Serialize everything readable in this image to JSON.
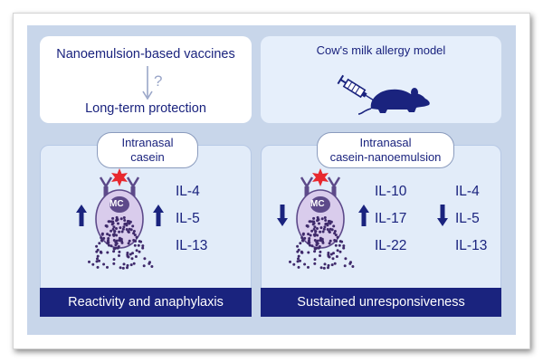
{
  "top_left": {
    "line1": "Nanoemulsion-based vaccines",
    "question": "?",
    "line2": "Long-term protection"
  },
  "top_right": {
    "title": "Cow's milk allergy model",
    "icons": [
      "syringe-icon",
      "mouse-icon"
    ]
  },
  "left_panel": {
    "pill": [
      "Intranasal",
      "casein"
    ],
    "cell_label": "MC",
    "cell_arrow": "up",
    "cytokine_arrow": "up",
    "cytokines": [
      "IL-4",
      "IL-5",
      "IL-13"
    ],
    "footer": "Reactivity and anaphylaxis"
  },
  "right_panel": {
    "pill": [
      "Intranasal",
      "casein-nanoemulsion"
    ],
    "cell_label": "MC",
    "cell_arrow": "down",
    "group1_arrow": "up",
    "group1": [
      "IL-10",
      "IL-17",
      "IL-22"
    ],
    "group2_arrow": "down",
    "group2": [
      "IL-4",
      "IL-5",
      "IL-13"
    ],
    "footer": "Sustained unresponsiveness"
  },
  "colors": {
    "navy": "#1a237e",
    "panel_bg": "#c8d6ea",
    "box_light": "#e6effb",
    "cell_fill": "#d9ccec",
    "cell_stroke": "#5d4a8a",
    "allergen": "#e8282e",
    "arrow_light": "#9aa6c8"
  }
}
